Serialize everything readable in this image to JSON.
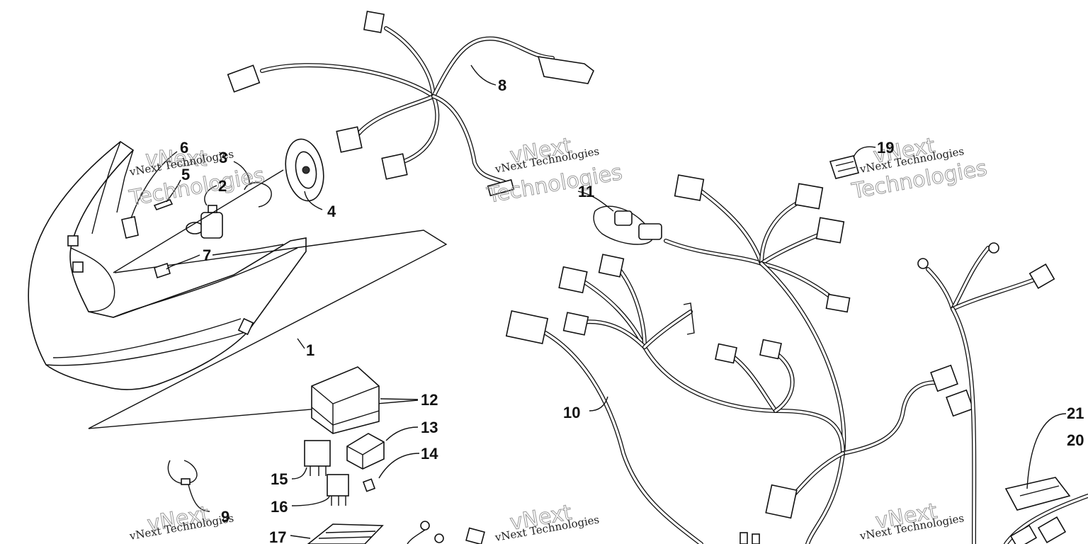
{
  "callouts": [
    {
      "id": "c1",
      "label": "1"
    },
    {
      "id": "c2",
      "label": "2"
    },
    {
      "id": "c3",
      "label": "3"
    },
    {
      "id": "c4",
      "label": "4"
    },
    {
      "id": "c5",
      "label": "5"
    },
    {
      "id": "c6",
      "label": "6"
    },
    {
      "id": "c7",
      "label": "7"
    },
    {
      "id": "c8",
      "label": "8"
    },
    {
      "id": "c9",
      "label": "9"
    },
    {
      "id": "c10",
      "label": "10"
    },
    {
      "id": "c11",
      "label": "11"
    },
    {
      "id": "c12",
      "label": "12"
    },
    {
      "id": "c13",
      "label": "13"
    },
    {
      "id": "c14",
      "label": "14"
    },
    {
      "id": "c15",
      "label": "15"
    },
    {
      "id": "c16",
      "label": "16"
    },
    {
      "id": "c17",
      "label": "17"
    },
    {
      "id": "c19",
      "label": "19"
    },
    {
      "id": "c20",
      "label": "20"
    },
    {
      "id": "c21",
      "label": "21"
    }
  ],
  "watermark": {
    "brand": "vNext Technologies",
    "word_top": "vNext",
    "word_bottom": "Technologies"
  }
}
